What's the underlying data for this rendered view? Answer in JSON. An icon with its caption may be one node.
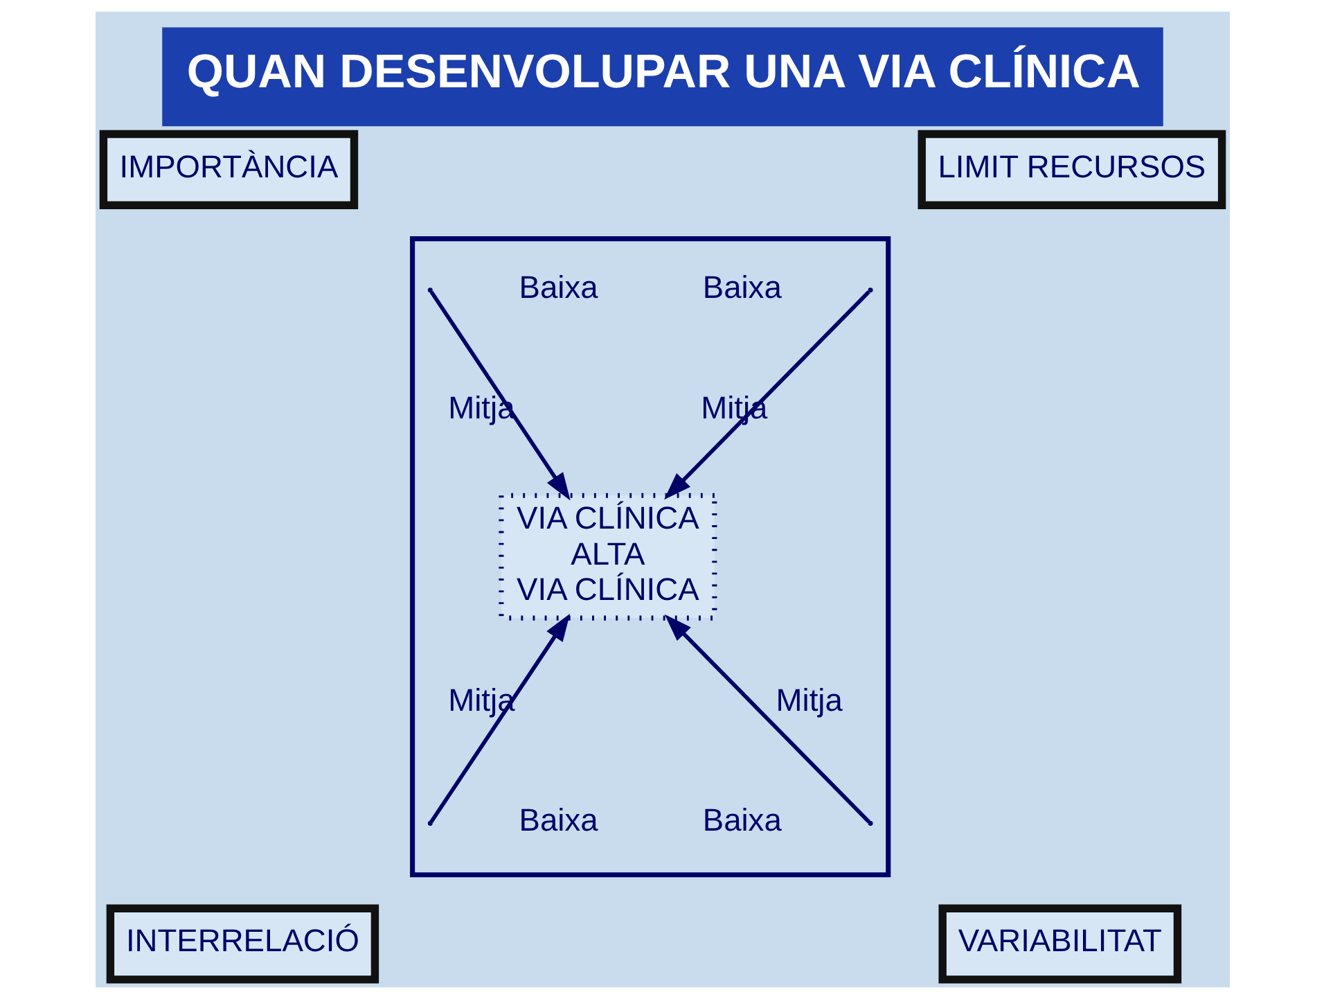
{
  "diagram": {
    "title": "QUAN DESENVOLUPAR UNA VIA CLÍNICA",
    "nodes": [
      {
        "text": [
          "IMPORTÀNCIA"
        ]
      },
      {
        "text": [
          "LIMIT RECURSOS"
        ]
      },
      {
        "text": [],
        "shape": "box"
      },
      {
        "text": [
          "VIA CLÍNICA",
          "ALTA",
          "VIA CLÍNICA"
        ],
        "in": 2
      },
      {
        "text": [
          "INTERRELACIÓ"
        ]
      },
      {
        "text": [
          "VARIABILITAT"
        ]
      }
    ],
    "edges": [
      {
        "from": null,
        "to": 3,
        "arrow": "to"
      },
      {
        "from": null,
        "to": 3,
        "arrow": "to"
      },
      {
        "from": null,
        "to": 3,
        "arrow": "to"
      },
      {
        "from": null,
        "to": 3,
        "arrow": "to"
      }
    ],
    "labels": [
      "Baixa",
      "Baixa",
      "Mitja",
      "Mitja",
      "Mitja",
      "Mitja",
      "Baixa",
      "Baixa"
    ]
  }
}
